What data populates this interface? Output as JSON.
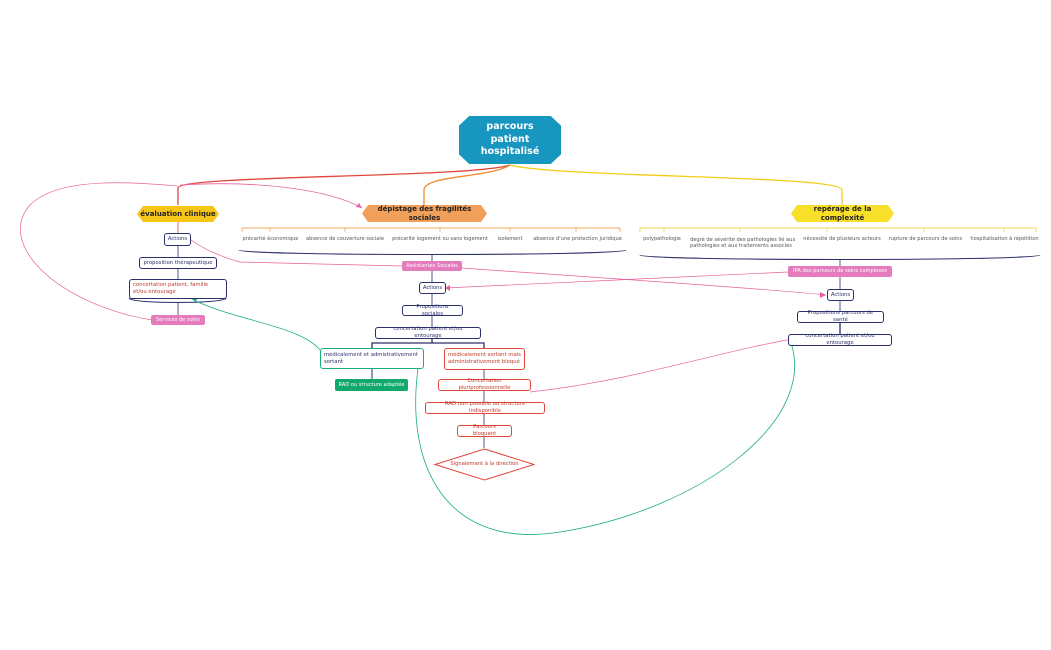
{
  "root": "parcours patient hospitalisé",
  "evaluation": {
    "title": "évaluation clinique",
    "actions": "Actions",
    "proposition": "proposition thérapeutique",
    "concertation": "concertation patient, famille et/ou entourage",
    "services": "Services de soins"
  },
  "depistage": {
    "title": "dépistage des fragilités sociales",
    "items": [
      "précarité économique",
      "absence de couverture sociale",
      "précarité logement ou sans logement",
      "isolement",
      "absence d'une protection juridique"
    ],
    "assistantes": "Assistantes Sociales",
    "actions": "Actions",
    "propositions": "Propositions sociales",
    "concertation": "concertation patient et/ou entourage",
    "medical_sortant": "médicalement et admistrativement sortant",
    "rad_adaptee": "RAD ou structure adaptée",
    "medical_bloque": "médicalement sortant mais administrativement bloqué",
    "concertation_pluri": "Concertation pluriprofessionnelle",
    "rad_impossible": "RAD non possible ou structure indisponible",
    "parcours_bloquant": "Parcours bloquant",
    "signalement": "Signalement à la direction"
  },
  "complexite": {
    "title": "repérage de la complexité",
    "items": [
      "polypathologie",
      "degré de sévérité des pathologies lié aux pathologies et aux traitements associés",
      "nécessité de plusieurs acteurs",
      "rupture de parcours de soins",
      "hospitalisation à répétition"
    ],
    "ipa": "IPA des parcours de soins complexes",
    "actions": "Actions",
    "propositions": "Propositions parcours de santé",
    "concertation": "concertation patient et/ou entourage"
  },
  "colors": {
    "root": "#1797c0",
    "evaluation": "#f5c518",
    "depistage": "#f0a05a",
    "complexite": "#f7df2a",
    "red_branch": "#e0473a",
    "orange_branch": "#f08a2e",
    "yellow_branch": "#f2cb15",
    "pink_link": "#e8609c",
    "teal_link": "#1aae7a",
    "navy": "#2b2f6b"
  }
}
